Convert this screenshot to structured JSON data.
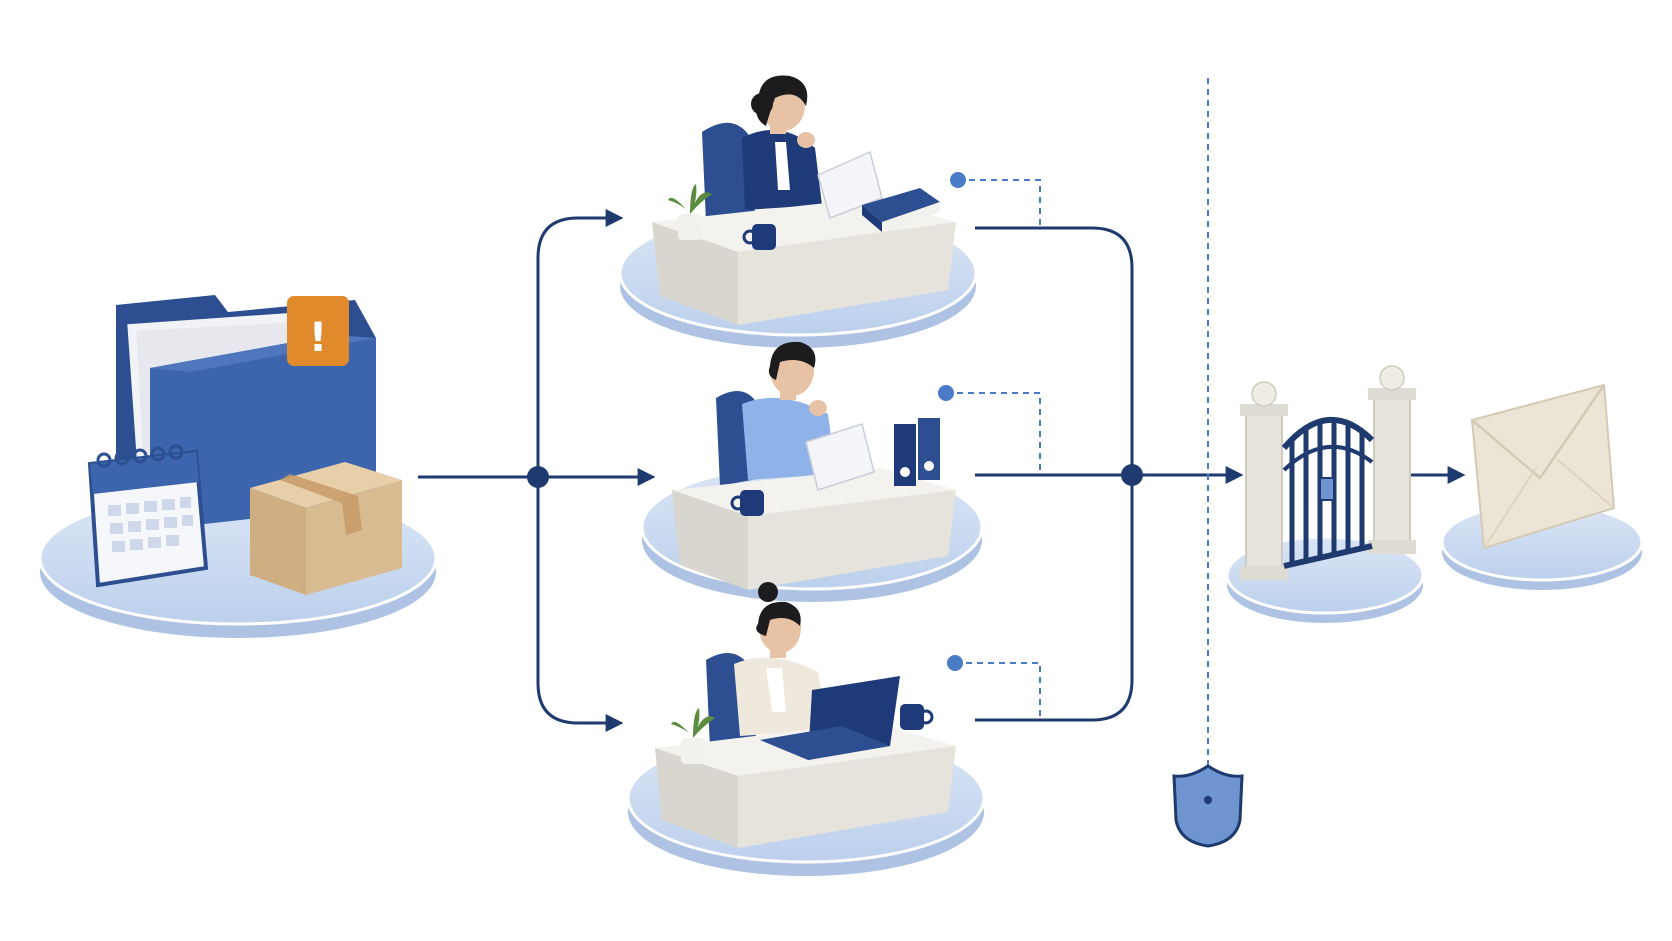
{
  "diagram": {
    "alert_badge_text": "!",
    "colors": {
      "navy": "#1e3a6e",
      "platform": "#c9d8ef",
      "platform_edge": "#aec3e3",
      "folder_blue": "#3a60a6",
      "alert_orange": "#e08a2c",
      "box_kraft": "#d9bb92",
      "desk": "#e9e7e2",
      "guard_dash": "#4a7bc6",
      "shield": "#6f94cf"
    },
    "nodes": [
      {
        "id": "source",
        "icons": [
          "folder-icon",
          "alert-badge-icon",
          "calendar-icon",
          "package-box-icon"
        ]
      },
      {
        "id": "reviewer-top",
        "icons": [
          "person-icon",
          "laptop-icon",
          "book-icon",
          "plant-icon",
          "mug-icon"
        ]
      },
      {
        "id": "reviewer-middle",
        "icons": [
          "person-icon",
          "paper-icon",
          "binder-icon",
          "mug-icon"
        ]
      },
      {
        "id": "reviewer-bottom",
        "icons": [
          "person-icon",
          "laptop-icon",
          "plant-icon",
          "mug-icon"
        ]
      },
      {
        "id": "gate",
        "icons": [
          "gate-icon"
        ]
      },
      {
        "id": "delivery",
        "icons": [
          "envelope-icon"
        ]
      },
      {
        "id": "guard",
        "icons": [
          "shield-icon"
        ]
      }
    ]
  }
}
